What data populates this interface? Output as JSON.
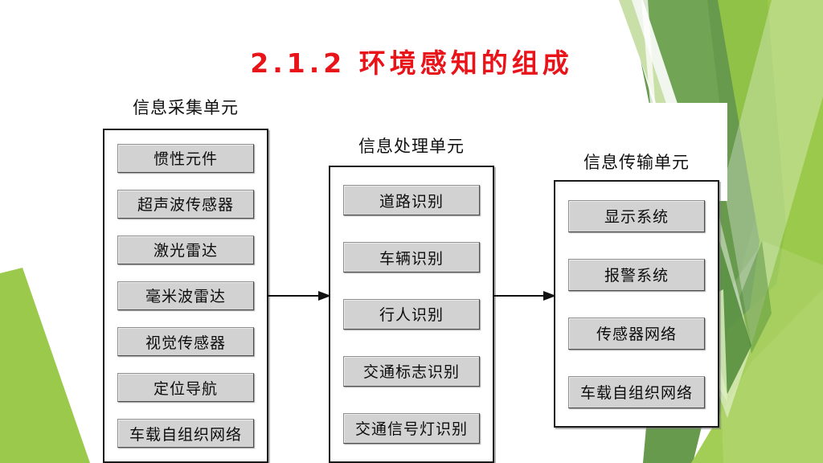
{
  "slide": {
    "title": "2.1.2 环境感知的组成",
    "title_color": "#E8141A",
    "background_color": "#FFFFFF",
    "accent_greens": [
      "#9BC94B",
      "#6D9E52",
      "#7FB356",
      "#C3DE9A",
      "#4E8A35"
    ]
  },
  "units": [
    {
      "label": "信息采集单元",
      "items": [
        "惯性元件",
        "超声波传感器",
        "激光雷达",
        "毫米波雷达",
        "视觉传感器",
        "定位导航",
        "车载自组织网络"
      ]
    },
    {
      "label": "信息处理单元",
      "items": [
        "道路识别",
        "车辆识别",
        "行人识别",
        "交通标志识别",
        "交通信号灯识别"
      ]
    },
    {
      "label": "信息传输单元",
      "items": [
        "显示系统",
        "报警系统",
        "传感器网络",
        "车载自组织网络"
      ]
    }
  ],
  "connectors": [
    {
      "name": "采集到处理",
      "from": "信息采集单元",
      "to": "信息处理单元"
    },
    {
      "name": "处理到传输",
      "from": "信息处理单元",
      "to": "信息传输单元"
    }
  ]
}
